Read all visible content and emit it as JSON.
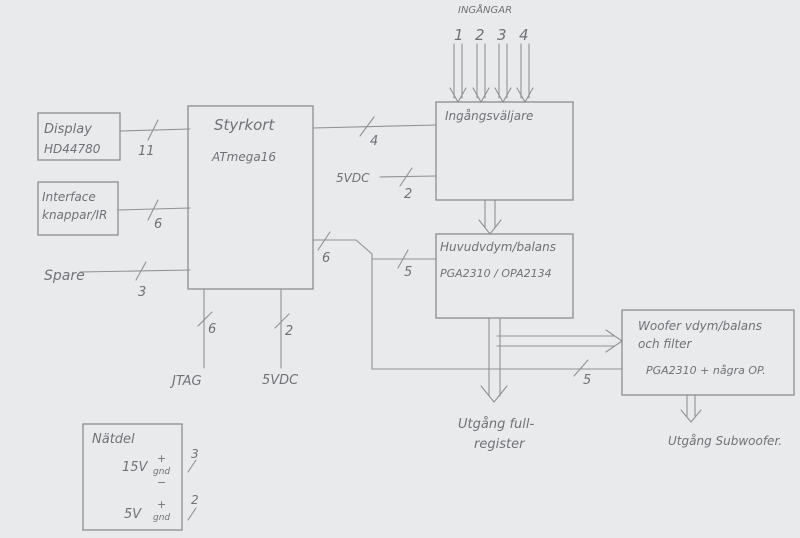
{
  "diagram": {
    "inputs_title": "INGÅNGAR",
    "input_numbers": [
      "1",
      "2",
      "3",
      "4"
    ],
    "display": {
      "line1": "Display",
      "line2": "HD44780",
      "bus": "11"
    },
    "interface": {
      "line1": "Interface",
      "line2": "knappar/IR",
      "bus": "6"
    },
    "spare": {
      "label": "Spare",
      "bus": "3"
    },
    "styrkort": {
      "line1": "Styrkort",
      "line2": "ATmega16",
      "bus_out": "6"
    },
    "jtag": {
      "label": "JTAG",
      "bus": "6"
    },
    "supply_bottom": {
      "label": "5VDC",
      "bus": "2"
    },
    "ingangsvaljare": {
      "label": "Ingångsväljare",
      "bus_in": "4"
    },
    "supply_right": {
      "label": "5VDC",
      "bus": "2"
    },
    "huvud": {
      "line1": "Huvudvdym/balans",
      "line2": "PGA2310 / OPA2134",
      "bus": "5"
    },
    "woofer": {
      "line1": "Woofer vdym/balans",
      "line2": "och filter",
      "line3": "PGA2310 + några OP.",
      "bus": "5"
    },
    "out_full": {
      "line1": "Utgång full-",
      "line2": "register"
    },
    "out_sub": {
      "label": "Utgång Subwoofer."
    },
    "natdel": {
      "title": "Nätdel",
      "v1": "15V",
      "v2": "5V",
      "plus": "+",
      "gnd": "gnd",
      "minus": "−",
      "bus1": "3",
      "bus2": "2"
    }
  }
}
